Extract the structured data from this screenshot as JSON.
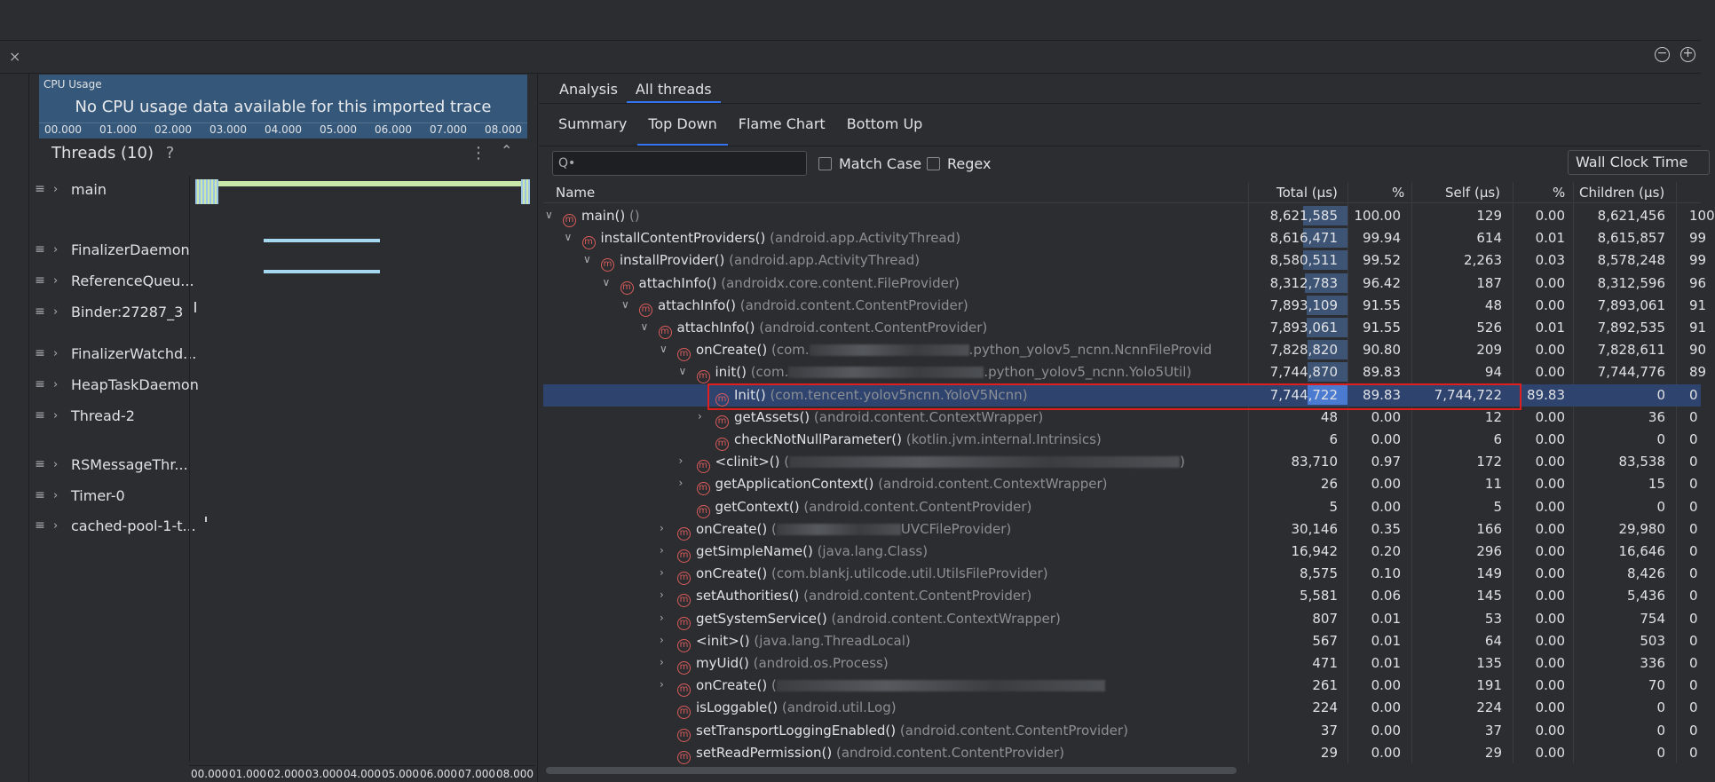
{
  "toolbar": {
    "close_icon": "close-icon",
    "zoom_out_icon": "minus-circle-icon",
    "zoom_in_icon": "plus-circle-icon"
  },
  "cpu": {
    "title": "CPU Usage",
    "message": "No CPU usage data available for this imported trace",
    "ticks": [
      "00.000",
      "01.000",
      "02.000",
      "03.000",
      "04.000",
      "05.000",
      "06.000",
      "07.000",
      "08.000"
    ]
  },
  "threads": {
    "header": "Threads (10)",
    "help": "?",
    "items": [
      "main",
      "FinalizerDaemon",
      "ReferenceQueu...",
      "Binder:27287_3",
      "FinalizerWatchd...",
      "HeapTaskDaemon",
      "Thread-2",
      "RSMessageThr...",
      "Timer-0",
      "cached-pool-1-t..."
    ]
  },
  "timeline_ticks": [
    "00.000",
    "01.000",
    "02.000",
    "03.000",
    "04.000",
    "05.000",
    "06.000",
    "07.000",
    "08.000"
  ],
  "tabs_top": [
    "Analysis",
    "All threads"
  ],
  "tabs_sub": [
    "Summary",
    "Top Down",
    "Flame Chart",
    "Bottom Up"
  ],
  "filter": {
    "search_placeholder": "Q•",
    "match_case": "Match Case",
    "regex": "Regex",
    "clock": "Wall Clock Time"
  },
  "columns": [
    "Name",
    "Total (μs)",
    "%",
    "Self (μs)",
    "%",
    "Children (μs)"
  ],
  "rows": [
    {
      "indent": 0,
      "chev": "∨",
      "method": "main()",
      "pkg": "()",
      "total": "8,621,585",
      "tpct": "100.00",
      "self": "129",
      "spct": "0.00",
      "children": "8,621,456",
      "extra": "100",
      "bar": 100
    },
    {
      "indent": 1,
      "chev": "∨",
      "method": "installContentProviders()",
      "pkg": "(android.app.ActivityThread)",
      "total": "8,616,471",
      "tpct": "99.94",
      "self": "614",
      "spct": "0.01",
      "children": "8,615,857",
      "extra": "99",
      "bar": 99.94
    },
    {
      "indent": 2,
      "chev": "∨",
      "method": "installProvider()",
      "pkg": "(android.app.ActivityThread)",
      "total": "8,580,511",
      "tpct": "99.52",
      "self": "2,263",
      "spct": "0.03",
      "children": "8,578,248",
      "extra": "99",
      "bar": 99.52
    },
    {
      "indent": 3,
      "chev": "∨",
      "method": "attachInfo()",
      "pkg": "(androidx.core.content.FileProvider)",
      "total": "8,312,783",
      "tpct": "96.42",
      "self": "187",
      "spct": "0.00",
      "children": "8,312,596",
      "extra": "96",
      "bar": 96.42
    },
    {
      "indent": 4,
      "chev": "∨",
      "method": "attachInfo()",
      "pkg": "(android.content.ContentProvider)",
      "total": "7,893,109",
      "tpct": "91.55",
      "self": "48",
      "spct": "0.00",
      "children": "7,893,061",
      "extra": "91",
      "bar": 91.55
    },
    {
      "indent": 5,
      "chev": "∨",
      "method": "attachInfo()",
      "pkg": "(android.content.ContentProvider)",
      "total": "7,893,061",
      "tpct": "91.55",
      "self": "526",
      "spct": "0.01",
      "children": "7,892,535",
      "extra": "91",
      "bar": 91.55
    },
    {
      "indent": 6,
      "chev": "∨",
      "method": "onCreate()",
      "pkg": "(com.",
      "pkg2": ".python_yolov5_ncnn.NcnnFileProvid",
      "blur": 180,
      "total": "7,828,820",
      "tpct": "90.80",
      "self": "209",
      "spct": "0.00",
      "children": "7,828,611",
      "extra": "90",
      "bar": 90.8
    },
    {
      "indent": 7,
      "chev": "∨",
      "method": "init()",
      "pkg": "(com.",
      "pkg2": ".python_yolov5_ncnn.Yolo5Util)",
      "blur": 220,
      "total": "7,744,870",
      "tpct": "89.83",
      "self": "94",
      "spct": "0.00",
      "children": "7,744,776",
      "extra": "89",
      "bar": 89.83
    },
    {
      "indent": 8,
      "chev": "",
      "method": "Init()",
      "pkg": "(com.tencent.yolov5ncnn.YoloV5Ncnn)",
      "total": "7,744,722",
      "tpct": "89.83",
      "self": "7,744,722",
      "spct": "89.83",
      "children": "0",
      "extra": "0",
      "bar": 89.83,
      "selected": true
    },
    {
      "indent": 8,
      "chev": "›",
      "method": "getAssets()",
      "pkg": "(android.content.ContextWrapper)",
      "total": "48",
      "tpct": "0.00",
      "self": "12",
      "spct": "0.00",
      "children": "36",
      "extra": "0",
      "bar": 0
    },
    {
      "indent": 8,
      "chev": "",
      "method": "checkNotNullParameter()",
      "pkg": "(kotlin.jvm.internal.Intrinsics)",
      "total": "6",
      "tpct": "0.00",
      "self": "6",
      "spct": "0.00",
      "children": "0",
      "extra": "0",
      "bar": 0
    },
    {
      "indent": 7,
      "chev": "›",
      "method": "<clinit>()",
      "pkg": "(",
      "pkg2": ")",
      "blur": 440,
      "total": "83,710",
      "tpct": "0.97",
      "self": "172",
      "spct": "0.00",
      "children": "83,538",
      "extra": "0",
      "bar": 0
    },
    {
      "indent": 7,
      "chev": "›",
      "method": "getApplicationContext()",
      "pkg": "(android.content.ContextWrapper)",
      "total": "26",
      "tpct": "0.00",
      "self": "11",
      "spct": "0.00",
      "children": "15",
      "extra": "0",
      "bar": 0
    },
    {
      "indent": 7,
      "chev": "",
      "method": "getContext()",
      "pkg": "(android.content.ContentProvider)",
      "total": "5",
      "tpct": "0.00",
      "self": "5",
      "spct": "0.00",
      "children": "0",
      "extra": "0",
      "bar": 0
    },
    {
      "indent": 6,
      "chev": "›",
      "method": "onCreate()",
      "pkg": "(",
      "pkg2": "UVCFileProvider)",
      "blur": 140,
      "total": "30,146",
      "tpct": "0.35",
      "self": "166",
      "spct": "0.00",
      "children": "29,980",
      "extra": "0",
      "bar": 0
    },
    {
      "indent": 6,
      "chev": "›",
      "method": "getSimpleName()",
      "pkg": "(java.lang.Class)",
      "total": "16,942",
      "tpct": "0.20",
      "self": "296",
      "spct": "0.00",
      "children": "16,646",
      "extra": "0",
      "bar": 0
    },
    {
      "indent": 6,
      "chev": "›",
      "method": "onCreate()",
      "pkg": "(com.blankj.utilcode.util.UtilsFileProvider)",
      "total": "8,575",
      "tpct": "0.10",
      "self": "149",
      "spct": "0.00",
      "children": "8,426",
      "extra": "0",
      "bar": 0
    },
    {
      "indent": 6,
      "chev": "›",
      "method": "setAuthorities()",
      "pkg": "(android.content.ContentProvider)",
      "total": "5,581",
      "tpct": "0.06",
      "self": "145",
      "spct": "0.00",
      "children": "5,436",
      "extra": "0",
      "bar": 0
    },
    {
      "indent": 6,
      "chev": "›",
      "method": "getSystemService()",
      "pkg": "(android.content.ContextWrapper)",
      "total": "807",
      "tpct": "0.01",
      "self": "53",
      "spct": "0.00",
      "children": "754",
      "extra": "0",
      "bar": 0
    },
    {
      "indent": 6,
      "chev": "›",
      "method": "<init>()",
      "pkg": "(java.lang.ThreadLocal)",
      "total": "567",
      "tpct": "0.01",
      "self": "64",
      "spct": "0.00",
      "children": "503",
      "extra": "0",
      "bar": 0
    },
    {
      "indent": 6,
      "chev": "›",
      "method": "myUid()",
      "pkg": "(android.os.Process)",
      "total": "471",
      "tpct": "0.01",
      "self": "135",
      "spct": "0.00",
      "children": "336",
      "extra": "0",
      "bar": 0
    },
    {
      "indent": 6,
      "chev": "›",
      "method": "onCreate()",
      "pkg": "(",
      "pkg2": "",
      "blur": 370,
      "total": "261",
      "tpct": "0.00",
      "self": "191",
      "spct": "0.00",
      "children": "70",
      "extra": "0",
      "bar": 0
    },
    {
      "indent": 6,
      "chev": "",
      "method": "isLoggable()",
      "pkg": "(android.util.Log)",
      "total": "224",
      "tpct": "0.00",
      "self": "224",
      "spct": "0.00",
      "children": "0",
      "extra": "0",
      "bar": 0
    },
    {
      "indent": 6,
      "chev": "",
      "method": "setTransportLoggingEnabled()",
      "pkg": "(android.content.ContentProvider)",
      "total": "37",
      "tpct": "0.00",
      "self": "37",
      "spct": "0.00",
      "children": "0",
      "extra": "0",
      "bar": 0
    },
    {
      "indent": 6,
      "chev": "",
      "method": "setReadPermission()",
      "pkg": "(android.content.ContentProvider)",
      "total": "29",
      "tpct": "0.00",
      "self": "29",
      "spct": "0.00",
      "children": "0",
      "extra": "0",
      "bar": 0
    }
  ],
  "colors": {
    "accent": "#3574f0",
    "selected_row": "#2e436e",
    "highlight_box": "#e01e1e",
    "method_icon": "#db5c5c"
  }
}
